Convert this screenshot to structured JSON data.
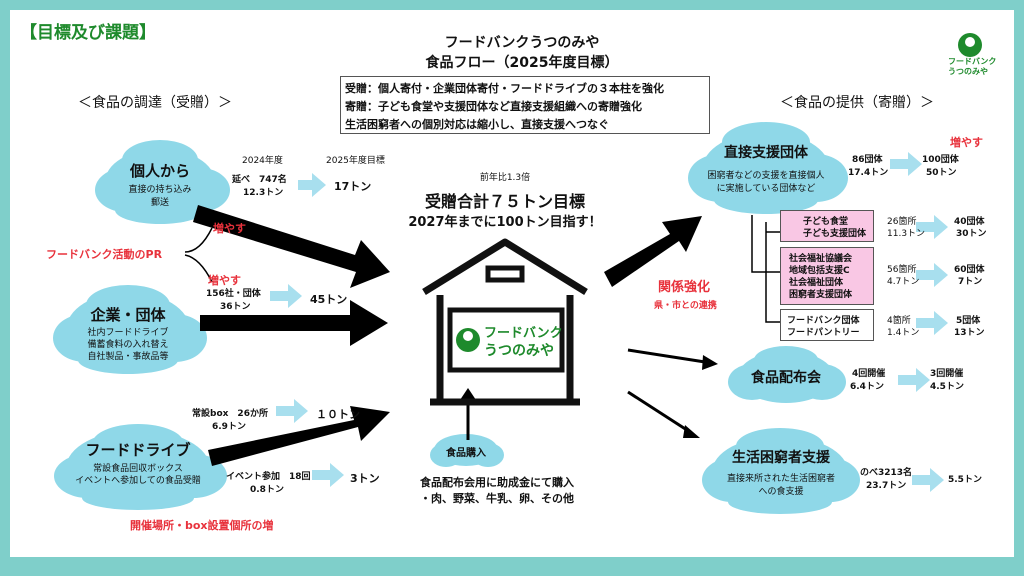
{
  "corner_label": "【目標及び課題】",
  "title_line1": "フードバンクうつのみや",
  "title_line2": "食品フロー（2025年度目標）",
  "logo_small_line1": "フードバンク",
  "logo_small_line2": "うつのみや",
  "summary": [
    "受贈：個人寄付・企業団体寄付・フードドライブの３本柱を強化",
    "寄贈：子ども食堂や支援団体など直接支援組織への寄贈強化",
    "生活困窮者への個別対応は縮小し、直接支援へつなぐ"
  ],
  "left_heading": "＜食品の調達（受贈）＞",
  "right_heading": "＜食品の提供（寄贈）＞",
  "year_2024": "2024年度",
  "year_2025": "2025年度目標",
  "individual": {
    "title": "個人から",
    "desc1": "直接の持ち込み",
    "desc2": "郵送",
    "val1": "延べ　747名",
    "val2": "12.3トン",
    "target": "17トン"
  },
  "pr_label": "フードバンク活動のPR",
  "increase": "増やす",
  "corporate": {
    "title": "企業・団体",
    "desc1": "社内フードドライブ",
    "desc2": "備蓄食料の入れ替え",
    "desc3": "自社製品・事故品等",
    "val1": "156社・団体",
    "val2": "36トン",
    "target": "45トン"
  },
  "food_drive": {
    "title": "フードドライブ",
    "desc1": "常設食品回収ボックス",
    "desc2": "イベントへ参加しての食品受贈",
    "box_val1": "常設box　26か所",
    "box_val2": "6.9トン",
    "box_target": "１０トン",
    "event_val1": "イベント参加　18回",
    "event_val2": "0.8トン",
    "event_target": "3トン",
    "note": "開催場所・box設置個所の増"
  },
  "center": {
    "ratio": "前年比1.3倍",
    "goal1": "受贈合計７５トン目標",
    "goal2": "2027年までに100トン目指す！",
    "logo1": "フードバンク",
    "logo2": "うつのみや"
  },
  "purchase": {
    "title": "食品購入",
    "desc1": "食品配布会用に助成金にて購入",
    "desc2": "・肉、野菜、牛乳、卵、その他"
  },
  "relation": {
    "title": "関係強化",
    "sub": "県・市との連携"
  },
  "direct": {
    "title": "直接支援団体",
    "desc1": "困窮者などの支援を直接個人",
    "desc2": "に実施している団体など",
    "val1": "86団体",
    "val2": "17.4トン",
    "target1": "100団体",
    "target2": "50トン",
    "increase": "増やす"
  },
  "sub_orgs": [
    {
      "lines": [
        "子ども食堂",
        "子ども支援団体"
      ],
      "val1": "26箇所",
      "val2": "11.3トン",
      "t1": "40団体",
      "t2": "30トン"
    },
    {
      "lines": [
        "社会福祉協議会",
        "地域包括支援C",
        "社会福祉団体",
        "困窮者支援団体"
      ],
      "val1": "56箇所",
      "val2": "4.7トン",
      "t1": "60団体",
      "t2": "7トン"
    },
    {
      "lines": [
        "フードバンク団体",
        "フードパントリー"
      ],
      "val1": "4箇所",
      "val2": "1.4トン",
      "t1": "5団体",
      "t2": "13トン"
    }
  ],
  "distribution": {
    "title": "食品配布会",
    "val1": "4回開催",
    "val2": "6.4トン",
    "t1": "3回開催",
    "t2": "4.5トン"
  },
  "needy": {
    "title": "生活困窮者支援",
    "desc1": "直接来所された生活困窮者",
    "desc2": "への食支援",
    "val1": "のべ3213名",
    "val2": "23.7トン",
    "target": "5.5トン"
  },
  "colors": {
    "frame": "#7fcfca",
    "cloud": "#8fd8e8",
    "arrow_light": "#a8dfee",
    "pink": "#f9c7e4",
    "red": "#e8323c",
    "green": "#1e8a2c"
  }
}
